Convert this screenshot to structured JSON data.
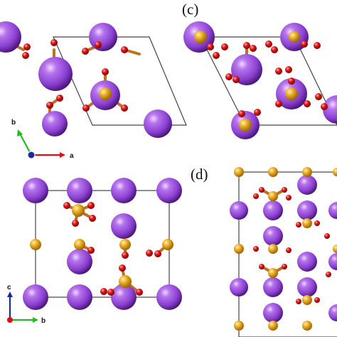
{
  "panels": {
    "c": {
      "label": "(c)"
    },
    "d": {
      "label": "(d)"
    }
  },
  "axes": {
    "top_a": "a",
    "top_b": "b",
    "bottom_c": "c",
    "bottom_b": "b"
  },
  "colors": {
    "large_atom": "#8a3fd0",
    "medium_atom": "#e0a020",
    "small_atom": "#e01010",
    "cell_edge": "#444444",
    "axis_red": "#e01010",
    "axis_green": "#22bb22",
    "axis_blue": "#1a2aa0"
  }
}
